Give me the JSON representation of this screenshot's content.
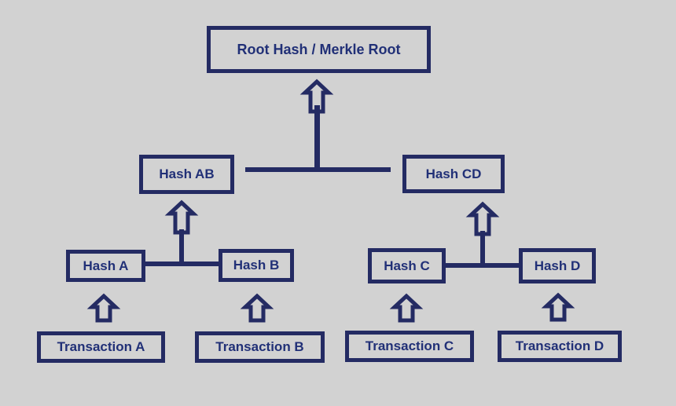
{
  "colors": {
    "background": "#d2d2d2",
    "line_navy": "#242b63",
    "text_navy": "#213077"
  },
  "diagram": {
    "type": "merkle-tree",
    "nodes": {
      "root": {
        "label": "Root Hash / Merkle Root"
      },
      "hash_ab": {
        "label": "Hash AB"
      },
      "hash_cd": {
        "label": "Hash CD"
      },
      "hash_a": {
        "label": "Hash A"
      },
      "hash_b": {
        "label": "Hash B"
      },
      "hash_c": {
        "label": "Hash C"
      },
      "hash_d": {
        "label": "Hash D"
      },
      "tx_a": {
        "label": "Transaction A"
      },
      "tx_b": {
        "label": "Transaction B"
      },
      "tx_c": {
        "label": "Transaction C"
      },
      "tx_d": {
        "label": "Transaction D"
      }
    },
    "edges": [
      {
        "from": "hash_ab",
        "to": "root",
        "arrow": "up"
      },
      {
        "from": "hash_cd",
        "to": "root",
        "arrow": "up"
      },
      {
        "from": "hash_a",
        "to": "hash_ab",
        "arrow": "up"
      },
      {
        "from": "hash_b",
        "to": "hash_ab",
        "arrow": "up"
      },
      {
        "from": "hash_c",
        "to": "hash_cd",
        "arrow": "up"
      },
      {
        "from": "hash_d",
        "to": "hash_cd",
        "arrow": "up"
      },
      {
        "from": "tx_a",
        "to": "hash_a",
        "arrow": "up"
      },
      {
        "from": "tx_b",
        "to": "hash_b",
        "arrow": "up"
      },
      {
        "from": "tx_c",
        "to": "hash_c",
        "arrow": "up"
      },
      {
        "from": "tx_d",
        "to": "hash_d",
        "arrow": "up"
      }
    ]
  }
}
